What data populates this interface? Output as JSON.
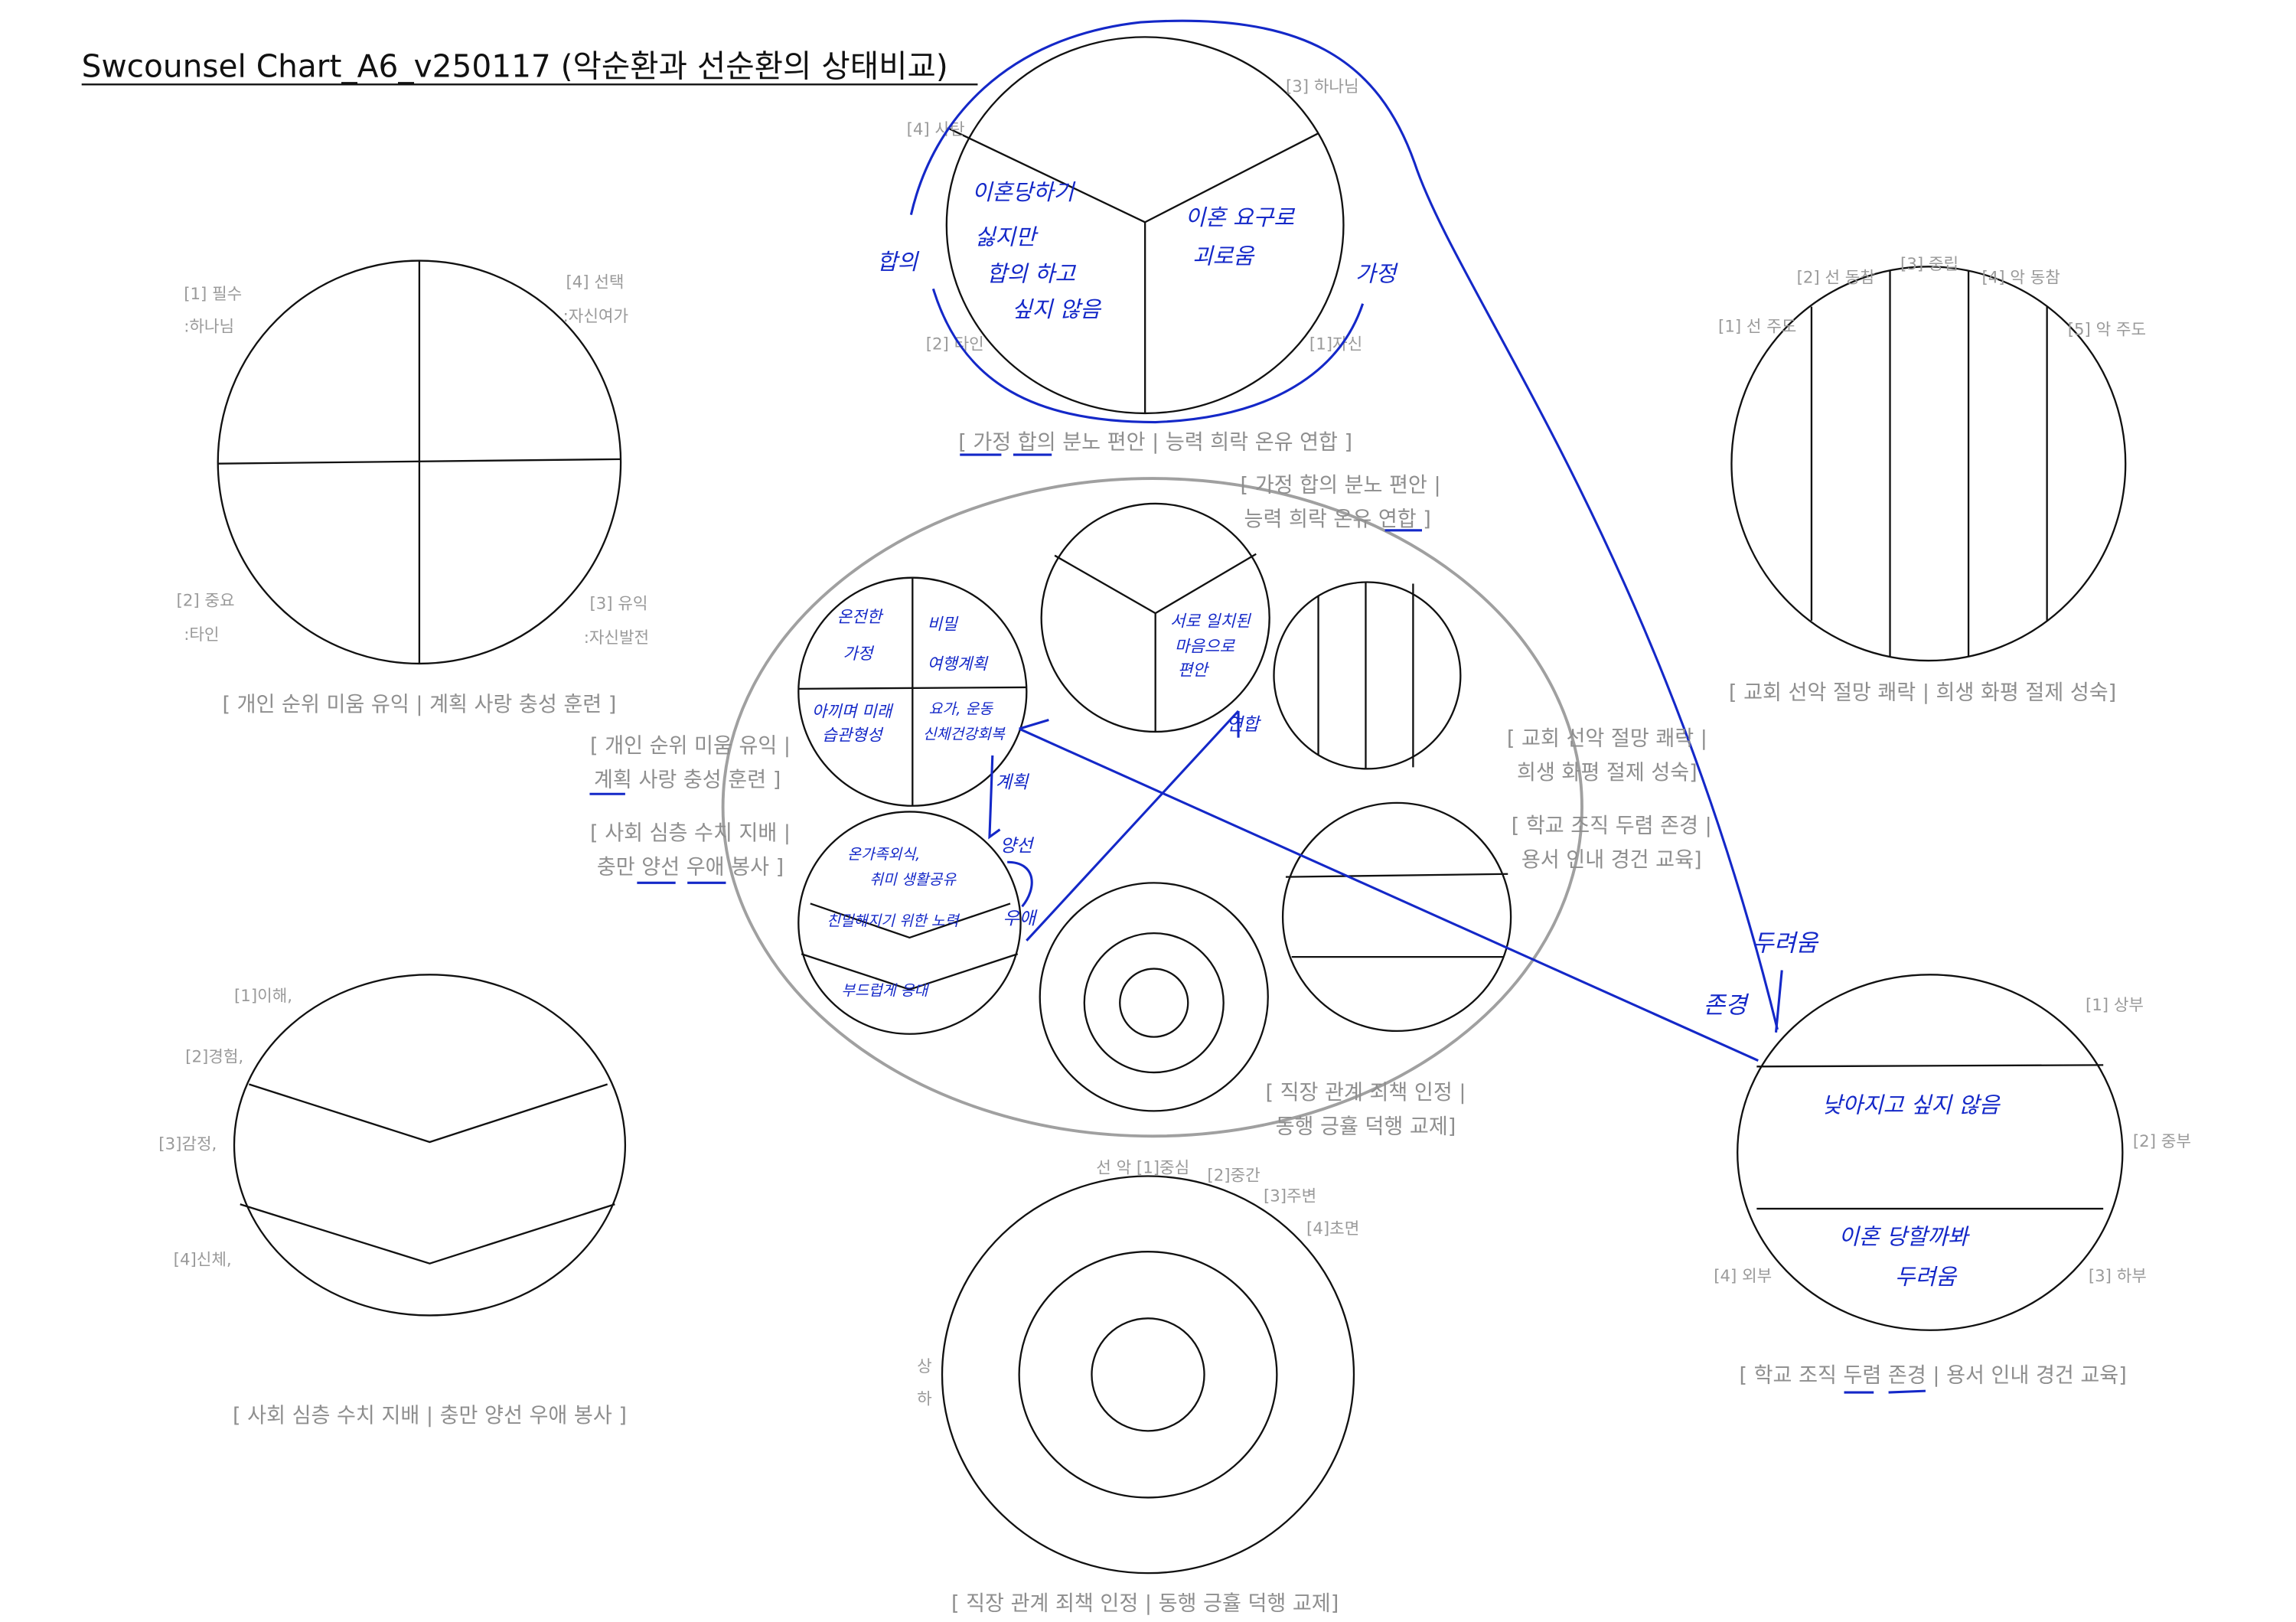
{
  "title": "Swcounsel Chart_A6_v250117 (악순환과 선순환의 상태비교)",
  "colors": {
    "ink": "#1428c8",
    "label": "#9a9a9a",
    "line": "#111111",
    "ellipse": "#a0a0a0"
  },
  "personal": {
    "labels": [
      "[1] 필수",
      ":하나님",
      "[4] 선택",
      ":자신여가",
      "[2] 중요",
      ":타인",
      "[3] 유익",
      ":자신발전"
    ],
    "caption": "[ 개인 순위 미움 유익 | 계획 사랑 충성 훈련 ]"
  },
  "family": {
    "labels": [
      "[3] 하나님",
      "[4] 사탄",
      "[2] 타인",
      "[1]자신"
    ],
    "caption": "[ 가정 합의 분노 편안 | 능력 희락 온유 연합 ]",
    "notes": {
      "left": [
        "이혼당하기",
        "싫지만",
        "합의 하고",
        "싶지 않음"
      ],
      "right": [
        "이혼 요구로",
        "괴로움"
      ],
      "agreement": "합의",
      "family": "가정"
    }
  },
  "church": {
    "labels": [
      "[1] 선 주도",
      "[2] 선 동참",
      "[3] 중립",
      "[4] 악 동참",
      "[5] 악 주도"
    ],
    "caption": "[ 교회 선악 절망 쾌락 | 희생 화평 절제 성숙]"
  },
  "society": {
    "labels": [
      "[1]이해,",
      "[2]경험,",
      "[3]감정,",
      "[4]신체,"
    ],
    "caption": "[ 사회 심층 수치 지배 | 충만 양선 우애 봉사 ]"
  },
  "work": {
    "labels": [
      "선  악 [1]중심",
      "[2]중간",
      "[3]주변",
      "[4]초면",
      "상",
      "하"
    ],
    "caption": "[ 직장 관계 죄책 인정 | 동행 긍휼 덕행 교제]"
  },
  "school": {
    "labels": [
      "[1] 상부",
      "[2] 중부",
      "[3] 하부",
      "[4] 외부"
    ],
    "caption": "[ 학교 조직 두렴 존경 | 용서 인내 경건 교육]",
    "notes": {
      "middle": "낮아지고 싶지 않음",
      "bottom": [
        "이혼 당할까봐",
        "두려움"
      ],
      "fear": "두려움",
      "respect": "존경"
    }
  },
  "center": {
    "captions": {
      "family": [
        "[ 가정 합의 분노 편안 |",
        "능력 희락 온유 연합 ]"
      ],
      "personal": [
        "[ 개인 순위 미움 유익 |",
        "계획 사랑 충성 훈련 ]"
      ],
      "society": [
        "[ 사회 심층 수치 지배 |",
        "충만 양선 우애 봉사 ]"
      ],
      "church": [
        "[ 교회 선악 절망 쾌락 |",
        "희생 화평 절제 성숙]"
      ],
      "school": [
        "[ 학교 조직 두렴 존경 |",
        "용서 인내 경건 교육]"
      ],
      "work": [
        "[ 직장 관계 죄책 인정 |",
        "동행 긍휼 덕행 교제]"
      ]
    },
    "personal_notes": [
      "온전한",
      "가정",
      "비밀",
      "여행계획",
      "아끼며 미래",
      "습관형성",
      "요가, 운동",
      "신체건강회복"
    ],
    "family_notes": [
      "서로 일치된",
      "마음으로",
      "편안"
    ],
    "society_notes": [
      "온가족외식,",
      "취미 생활공유",
      "친밀해지기 위한 노력",
      "부드럽게 응대"
    ],
    "links": {
      "plan": "계획",
      "goodness": "양선",
      "friendship": "우애",
      "union": "연합"
    }
  }
}
